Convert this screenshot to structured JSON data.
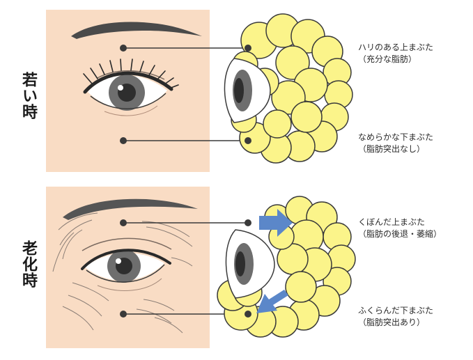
{
  "stages": {
    "young": {
      "label": "若い時",
      "upper": {
        "line1": "ハリのある上まぶた",
        "line2": "（充分な脂肪）"
      },
      "lower": {
        "line1": "なめらかな下まぶた",
        "line2": "（脂肪突出なし）"
      }
    },
    "aged": {
      "label": "老化時",
      "upper": {
        "line1": "くぼんだ上まぶた",
        "line2": "（脂肪の後退・萎縮）"
      },
      "lower": {
        "line1": "ふくらんだ下まぶた",
        "line2": "（脂肪突出あり）"
      }
    }
  },
  "colors": {
    "skin": "#f9dcc4",
    "fat": "#fbf48a",
    "fat_outline": "#3a3a3a",
    "arrow": "#5b87c9",
    "iris": "#6e6e6e"
  }
}
